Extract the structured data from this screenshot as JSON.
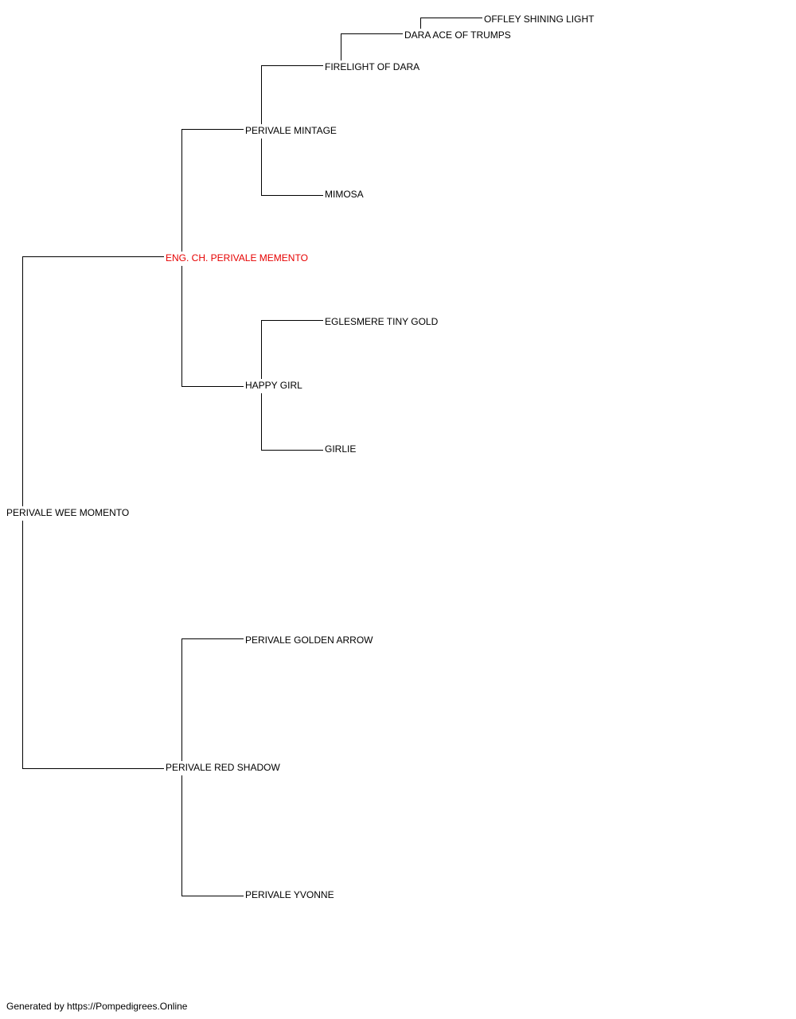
{
  "pedigree": {
    "subject": "PERIVALE WEE MOMENTO",
    "sire": "ENG. CH. PERIVALE MEMENTO",
    "sire_sire": "PERIVALE MINTAGE",
    "sire_sire_sire": "FIRELIGHT OF DARA",
    "sire_sire_sire_sire": "DARA ACE OF TRUMPS",
    "sire_sire_sire_sire_sire": "OFFLEY SHINING LIGHT",
    "sire_sire_dam": "MIMOSA",
    "sire_dam": "HAPPY GIRL",
    "sire_dam_sire": "EGLESMERE TINY GOLD",
    "sire_dam_dam": "GIRLIE",
    "dam": "PERIVALE RED SHADOW",
    "dam_sire": "PERIVALE GOLDEN ARROW",
    "dam_dam": "PERIVALE YVONNE"
  },
  "colors": {
    "line": "#000000",
    "text": "#000000",
    "highlight": "#e60000"
  },
  "footer": {
    "text": "Generated by https://Pompedigrees.Online"
  }
}
